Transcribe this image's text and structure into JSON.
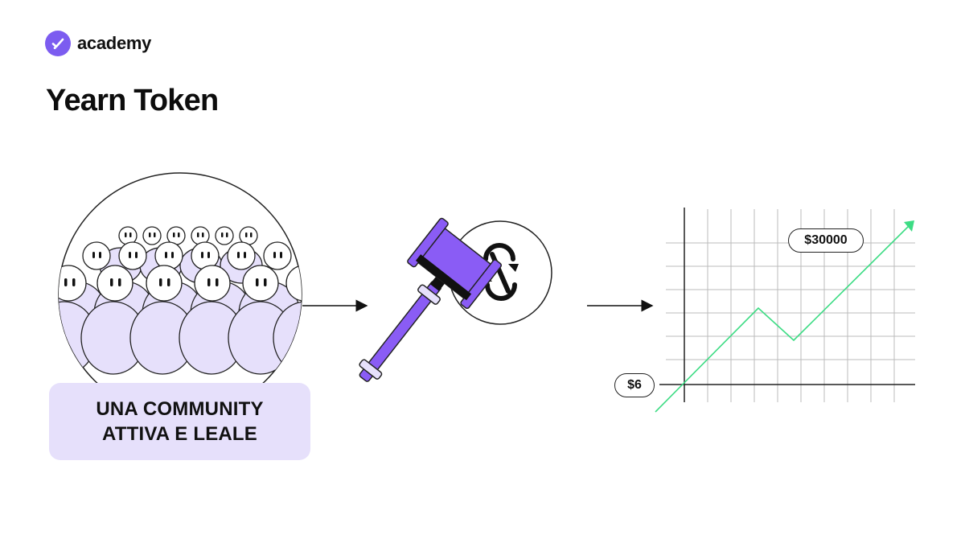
{
  "brand": {
    "name": "academy",
    "logo_icon": "check-badge-icon",
    "logo_color": "#7c5cf0"
  },
  "title": "Yearn Token",
  "community": {
    "caption_lines": [
      "UNA COMMUNITY",
      "ATTIVA E LEALE"
    ],
    "caption_bg": "#e6e0fb",
    "figure_color": "#e6e0fb"
  },
  "governance": {
    "hammer_icon": "gavel-icon",
    "token_icon": "yearn-logo-icon",
    "hammer_color": "#8a5cf5"
  },
  "chart_data": {
    "type": "line",
    "start_label": "$6",
    "end_label": "$30000",
    "line_color": "#3ddc84",
    "grid": true
  }
}
